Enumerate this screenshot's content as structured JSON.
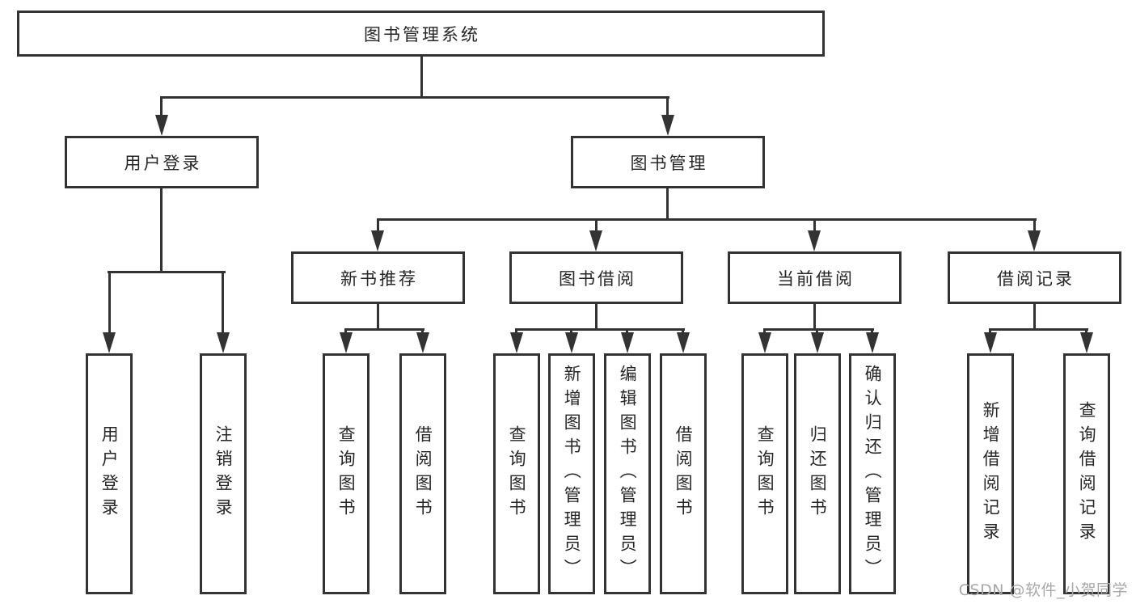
{
  "diagram": {
    "root": {
      "label": "图书管理系统"
    },
    "level2": [
      {
        "label": "用户登录"
      },
      {
        "label": "图书管理"
      }
    ],
    "level3": [
      {
        "label": "新书推荐"
      },
      {
        "label": "图书借阅"
      },
      {
        "label": "当前借阅"
      },
      {
        "label": "借阅记录"
      }
    ],
    "level4": {
      "user_login": [
        "用户登录",
        "注销登录"
      ],
      "new_books": [
        "查询图书",
        "借阅图书"
      ],
      "book_borrowing": [
        "查询图书",
        "新增图书（管理员）",
        "编辑图书（管理员）",
        "借阅图书"
      ],
      "current_borrowing": [
        "查询图书",
        "归还图书",
        "确认归还（管理员）"
      ],
      "borrowing_records": [
        "新增借阅记录",
        "查询借阅记录"
      ]
    }
  },
  "watermark": {
    "text": "CSDN @软件_小贺同学"
  },
  "colors": {
    "line": "#333333",
    "text": "#262626",
    "watermark": "#a8a8a8",
    "background": "#ffffff"
  }
}
